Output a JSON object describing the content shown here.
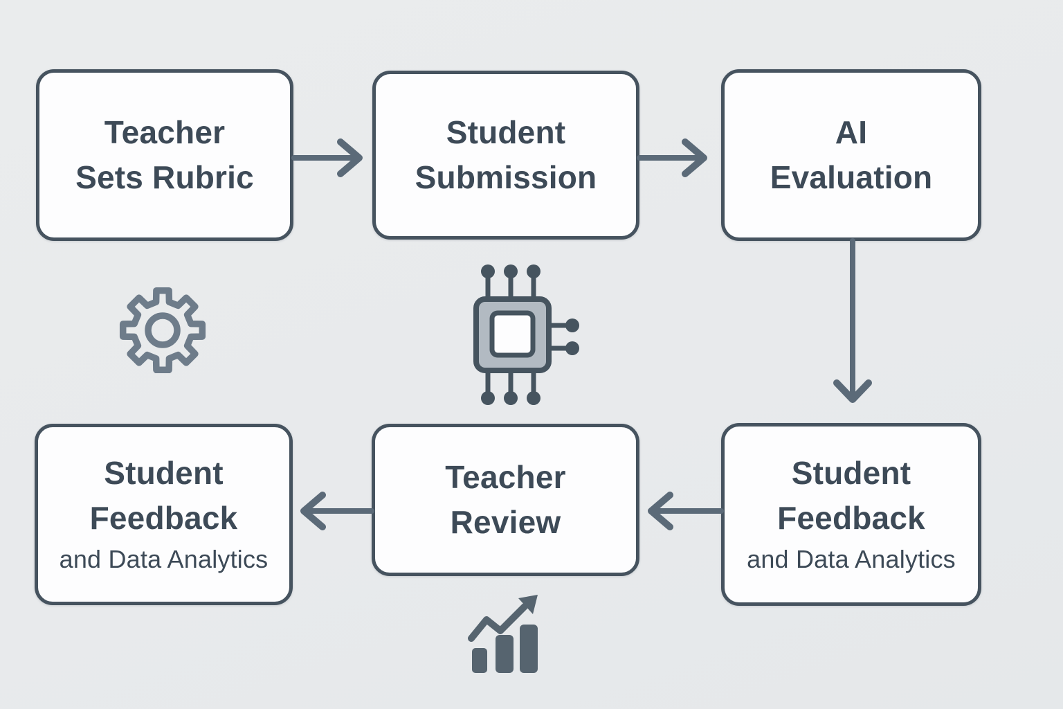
{
  "diagram": {
    "type": "flowchart",
    "nodes": [
      {
        "id": "teacher-sets-rubric",
        "line1": "Teacher",
        "line2": "Sets Rubric"
      },
      {
        "id": "student-submission",
        "line1": "Student",
        "line2": "Submission"
      },
      {
        "id": "ai-evaluation",
        "line1": "AI",
        "line2": "Evaluation"
      },
      {
        "id": "student-feedback-analytics-left",
        "line1": "Student",
        "line2": "Feedback",
        "line3": "and Data Analytics"
      },
      {
        "id": "teacher-review",
        "line1": "Teacher",
        "line2": "Review"
      },
      {
        "id": "student-feedback-analytics-right",
        "line1": "Student",
        "line2": "Feedback",
        "line3": "and Data Analytics"
      }
    ],
    "edges": [
      {
        "from": "teacher-sets-rubric",
        "to": "student-submission",
        "direction": "right"
      },
      {
        "from": "student-submission",
        "to": "ai-evaluation",
        "direction": "right"
      },
      {
        "from": "ai-evaluation",
        "to": "student-feedback-analytics-right",
        "direction": "down"
      },
      {
        "from": "student-feedback-analytics-right",
        "to": "teacher-review",
        "direction": "left"
      },
      {
        "from": "teacher-review",
        "to": "student-feedback-analytics-left",
        "direction": "left"
      }
    ],
    "icons": [
      {
        "name": "gear-icon",
        "position": "middle-left"
      },
      {
        "name": "cpu-chip-icon",
        "position": "middle-center"
      },
      {
        "name": "growth-chart-icon",
        "position": "bottom-center"
      }
    ],
    "colors": {
      "background": "#e9ebec",
      "node_fill": "#fdfdfe",
      "node_border": "#46535f",
      "text": "#3d4a57",
      "arrow": "#5b6a78",
      "gear_outline": "#6e7c8a",
      "chip_stroke": "#46545f",
      "chip_body_fill": "#b2bac2",
      "chart_fill": "#56646f"
    }
  }
}
